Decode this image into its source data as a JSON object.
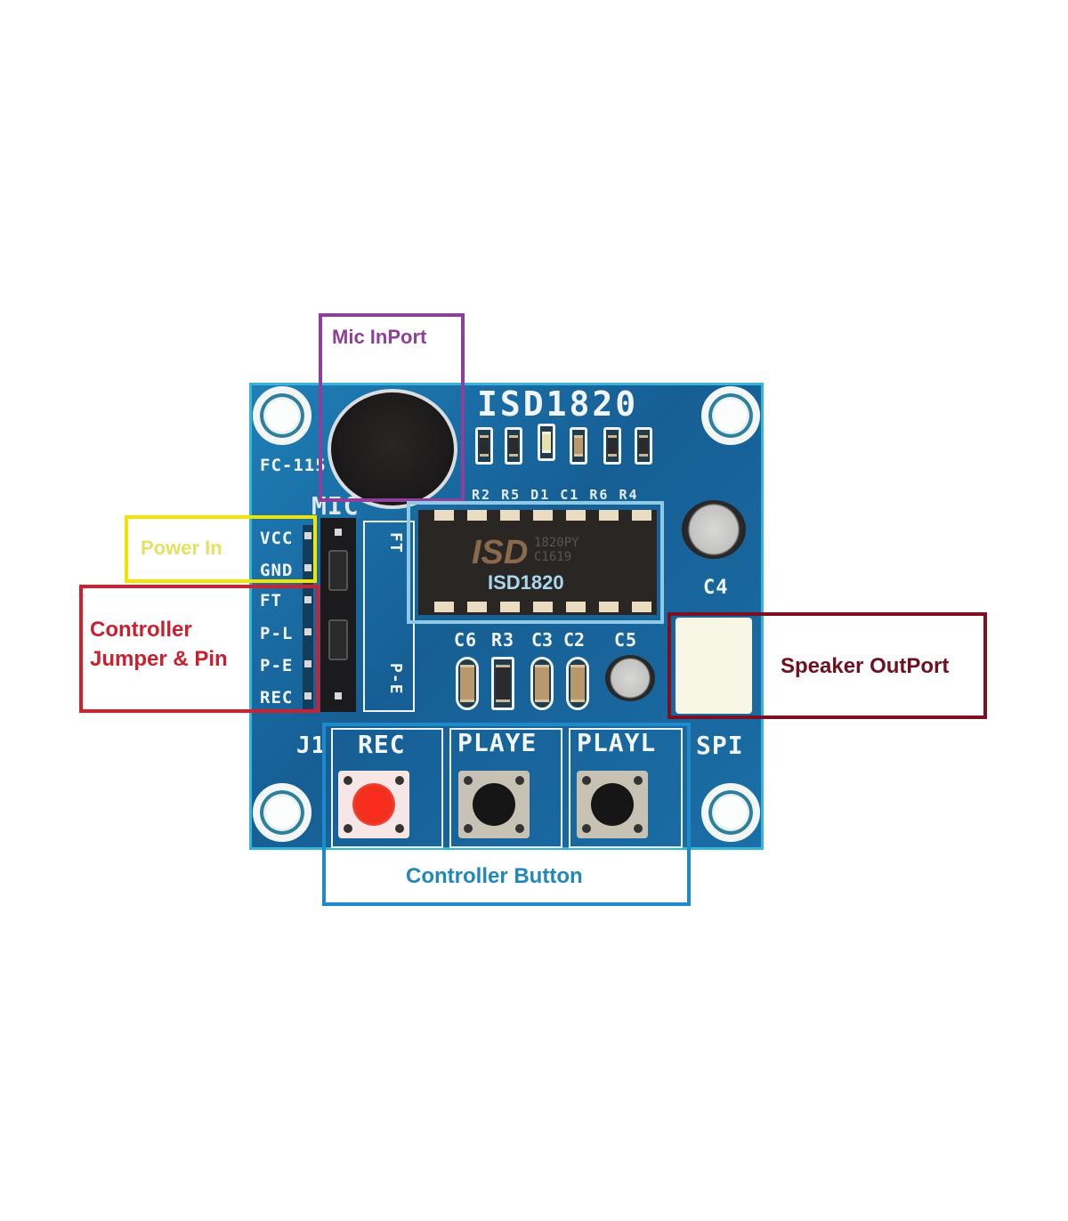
{
  "board": {
    "model_silk": "ISD1820",
    "module_code": "FC-115",
    "mic_silk": "MIC",
    "header_labels": [
      "VCC",
      "GND",
      "FT",
      "P-L",
      "P-E",
      "REC"
    ],
    "jumper_labels": [
      "FT",
      "P-E"
    ],
    "top_component_labels": "R2 R5 D1 C1 R6 R4",
    "chip_marking": "ISD",
    "chip_part": "1820PY",
    "chip_batch": "C1619",
    "cap_c4": "C4",
    "bottom_component_labels": [
      "C6",
      "R3",
      "C3",
      "C2",
      "C5"
    ],
    "header_ref": "J1",
    "speaker_ref": "SPI",
    "button_labels": [
      "REC",
      "PLAYE",
      "PLAYL"
    ]
  },
  "annotations": [
    {
      "id": "mic",
      "label": "Mic InPort",
      "color": "#8e3f9a"
    },
    {
      "id": "power",
      "label": "Power In",
      "color": "#f0e400"
    },
    {
      "id": "controller-pin",
      "label_lines": [
        "Controller",
        "Jumper & Pin"
      ],
      "color": "#d0202e"
    },
    {
      "id": "chip",
      "label": "ISD1820",
      "color": "#8ecae6"
    },
    {
      "id": "speaker",
      "label": "Speaker OutPort",
      "color": "#7a1020"
    },
    {
      "id": "buttons",
      "label": "Controller Button",
      "color": "#1e8ac8"
    }
  ]
}
